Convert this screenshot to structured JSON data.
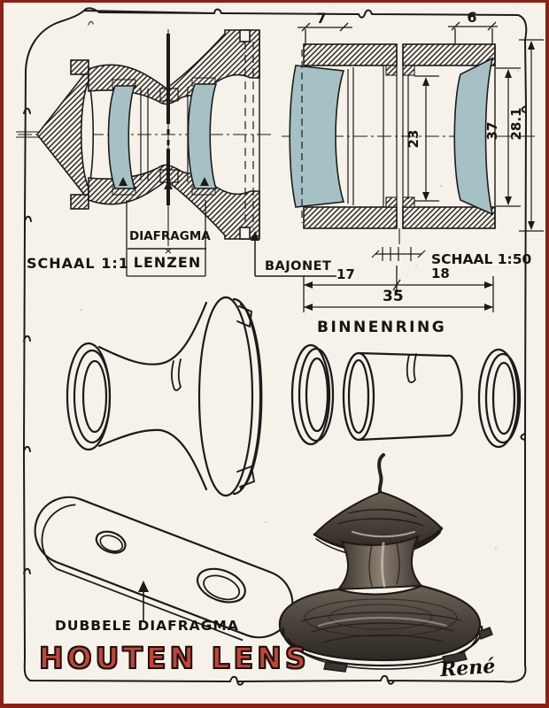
{
  "document": {
    "title": "HOUTEN LENS",
    "signature": "René",
    "colors": {
      "frame": "#8b2015",
      "paper": "#f6f2e9",
      "ink": "#1b1b1b",
      "lens_glass": "#a6c1c6",
      "title_red": "#c7423a"
    }
  },
  "labels": {
    "scale_1_1": "SCHAAL 1:1",
    "scale_1_50": "SCHAAL 1:50",
    "diafragma": "DIAFRAGMA",
    "lenzen": "LENZEN",
    "bajonet": "BAJONET",
    "binnenring": "BINNENRING",
    "dubbele_diafragma": "DUBBELE DIAFRAGMA"
  },
  "dimensions": {
    "front_ring_width": "7",
    "rear_ring_width": "6",
    "inner_diameter": "23",
    "lens_diameter": "37",
    "overall_diameter": "28.1",
    "front_length": "17",
    "rear_length": "18",
    "total_length": "35"
  }
}
